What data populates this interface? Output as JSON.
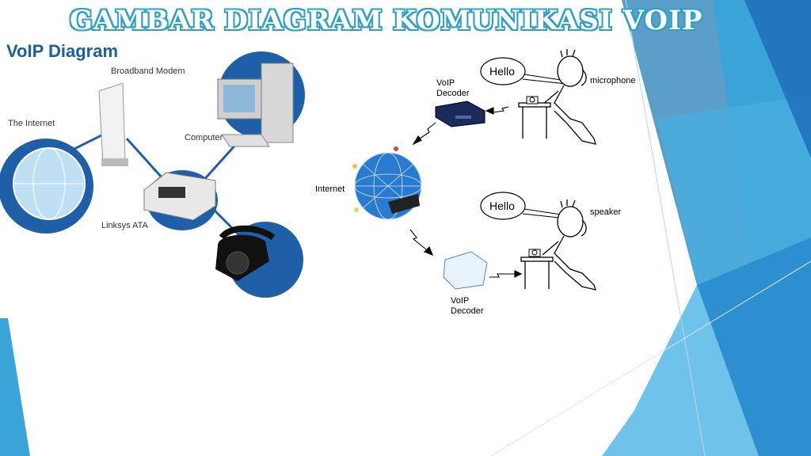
{
  "slide": {
    "title": "Gambar Diagram Komunikasi VoIP"
  },
  "left_diagram": {
    "title": "VoIP Diagram",
    "labels": {
      "internet": "The Internet",
      "modem": "Broadband Modem",
      "computer": "Computer",
      "ata": "Linksys ATA"
    }
  },
  "right_diagram": {
    "voip_decoder_top": [
      "VoIP",
      "Decoder"
    ],
    "voip_decoder_bottom": [
      "VoIP",
      "Decoder"
    ],
    "internet": "Internet",
    "microphone": "microphone",
    "speaker": "speaker",
    "bubble_top": "Hello",
    "bubble_bottom": "Hello"
  },
  "colors": {
    "accent": "#2fa0c8",
    "blue_dark": "#1f5fa8",
    "blue_light": "#5cc0e8"
  }
}
